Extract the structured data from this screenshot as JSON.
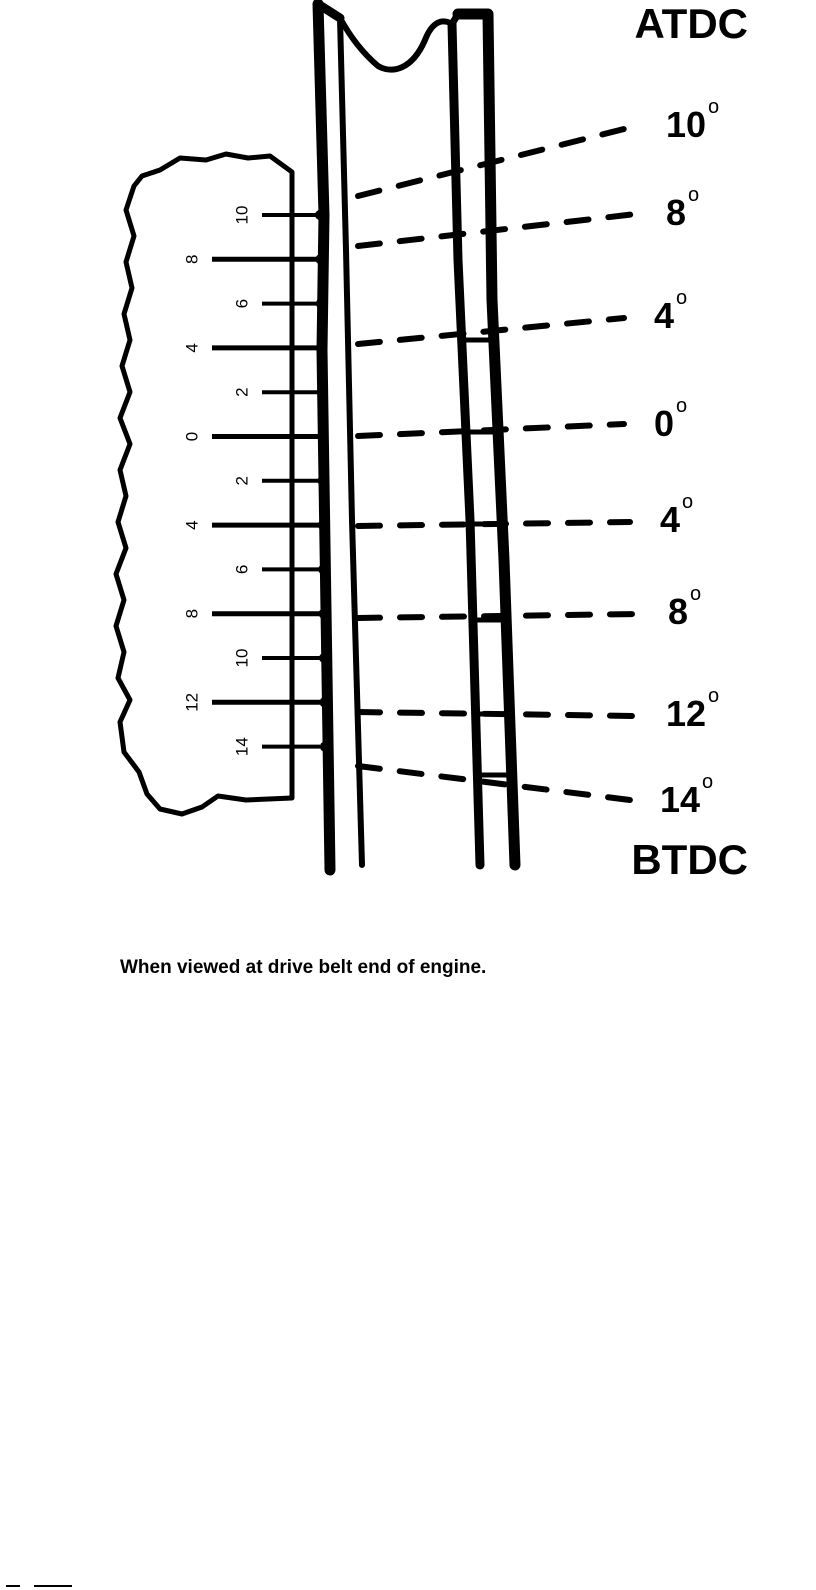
{
  "labels": {
    "top": "ATDC",
    "bottom": "BTDC",
    "caption": "When viewed at drive belt end of engine."
  },
  "degree_symbol": "o",
  "degree_marks": [
    {
      "value": "10"
    },
    {
      "value": "8"
    },
    {
      "value": "4"
    },
    {
      "value": "0"
    },
    {
      "value": "4"
    },
    {
      "value": "8"
    },
    {
      "value": "12"
    },
    {
      "value": "14"
    }
  ],
  "scale_ticks": [
    {
      "label": "10",
      "major": false
    },
    {
      "label": "8",
      "major": true
    },
    {
      "label": "6",
      "major": false
    },
    {
      "label": "4",
      "major": true
    },
    {
      "label": "2",
      "major": false
    },
    {
      "label": "0",
      "major": true
    },
    {
      "label": "2",
      "major": false
    },
    {
      "label": "4",
      "major": true
    },
    {
      "label": "6",
      "major": false
    },
    {
      "label": "8",
      "major": true
    },
    {
      "label": "10",
      "major": false
    },
    {
      "label": "12",
      "major": true
    },
    {
      "label": "14",
      "major": false
    }
  ]
}
